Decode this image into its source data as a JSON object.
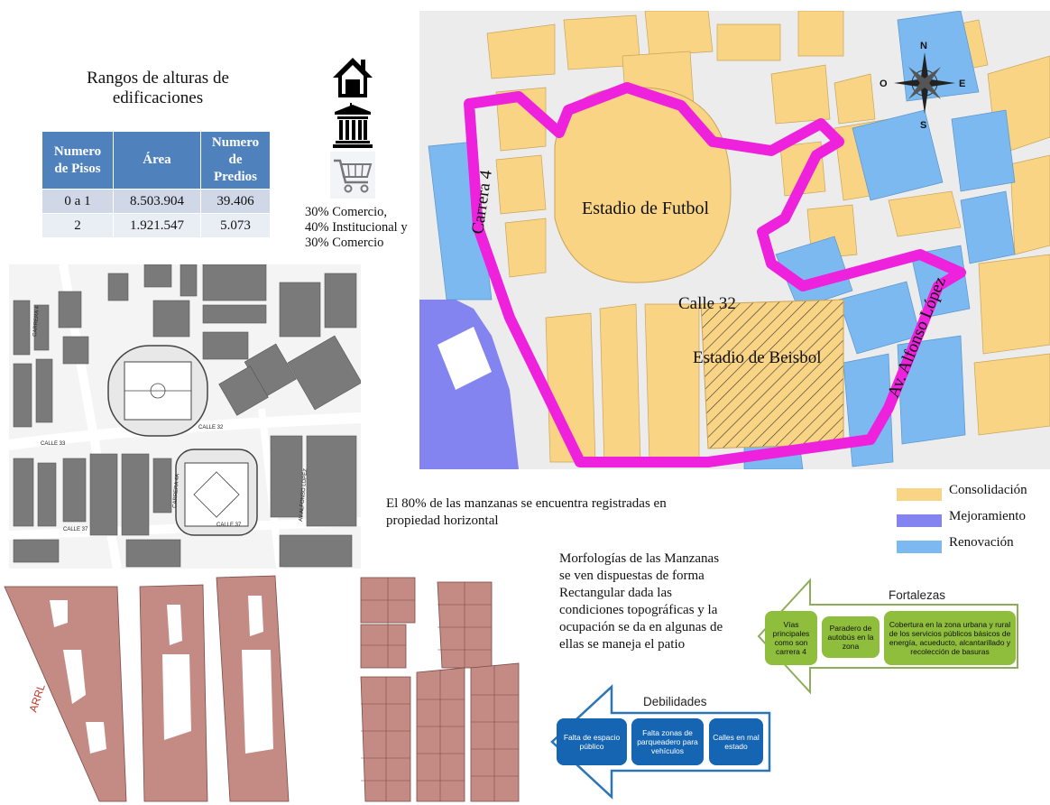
{
  "table": {
    "title": "Rangos de alturas de edificaciones",
    "headers": [
      "Numero de Pisos",
      "Área",
      "Numero de Predios"
    ],
    "rows": [
      [
        "0 a 1",
        "8.503.904",
        "39.406"
      ],
      [
        "2",
        "1.921.547",
        "5.073"
      ]
    ]
  },
  "icons": [
    "house-icon",
    "institution-icon",
    "shopping-cart-icon"
  ],
  "uses_text": [
    "30% Comercio,",
    "40% Institucional y",
    "30% Comercio"
  ],
  "map": {
    "labels": {
      "carrera": "Carrera 4",
      "futbol": "Estadio de Futbol",
      "calle": "Calle 32",
      "beisbol": "Estadio de Beisbol",
      "avenida": "Av. Alfonso López"
    },
    "compass": {
      "n": "N",
      "s": "S",
      "e": "E",
      "o": "O"
    },
    "colors": {
      "consolidacion": "#f9d484",
      "mejoramiento": "#8484f0",
      "renovacion": "#7cb9f0",
      "boundary": "#ee22dd",
      "road": "#ffffff"
    }
  },
  "photo_map_labels": [
    "CALLE 32",
    "CALLE 33",
    "CALLE 37",
    "CALLE 37",
    "CARRERA 4",
    "CARRERA 4A",
    "AV ALFONSO LOPEZ"
  ],
  "note_text": "El 80% de las manzanas se encuentra registradas en propiedad horizontal",
  "legend": [
    {
      "label": "Consolidación",
      "color": "#f9d484"
    },
    {
      "label": "Mejoramiento",
      "color": "#8484f0"
    },
    {
      "label": "Renovación",
      "color": "#7cb9f0"
    }
  ],
  "morph_text": "Morfologías de las Manzanas se ven dispuestas de forma Rectangular dada las condiciones topográficas y la ocupación se da en algunas de ellas se maneja el patio",
  "blocks_label": "ARRL",
  "fortalezas": {
    "title": "Fortalezas",
    "items": [
      "Vías principales como son carrera 4",
      "Paradero de autobús en la zona",
      "Cobertura en la zona urbana y rural de los servicios públicos básicos de energía, acueducto, alcantarillado y recolección de basuras"
    ]
  },
  "debilidades": {
    "title": "Debilidades",
    "items": [
      "Falta de espacio público",
      "Falta zonas de parqueadero para vehículos",
      "Calles en mal estado"
    ]
  }
}
